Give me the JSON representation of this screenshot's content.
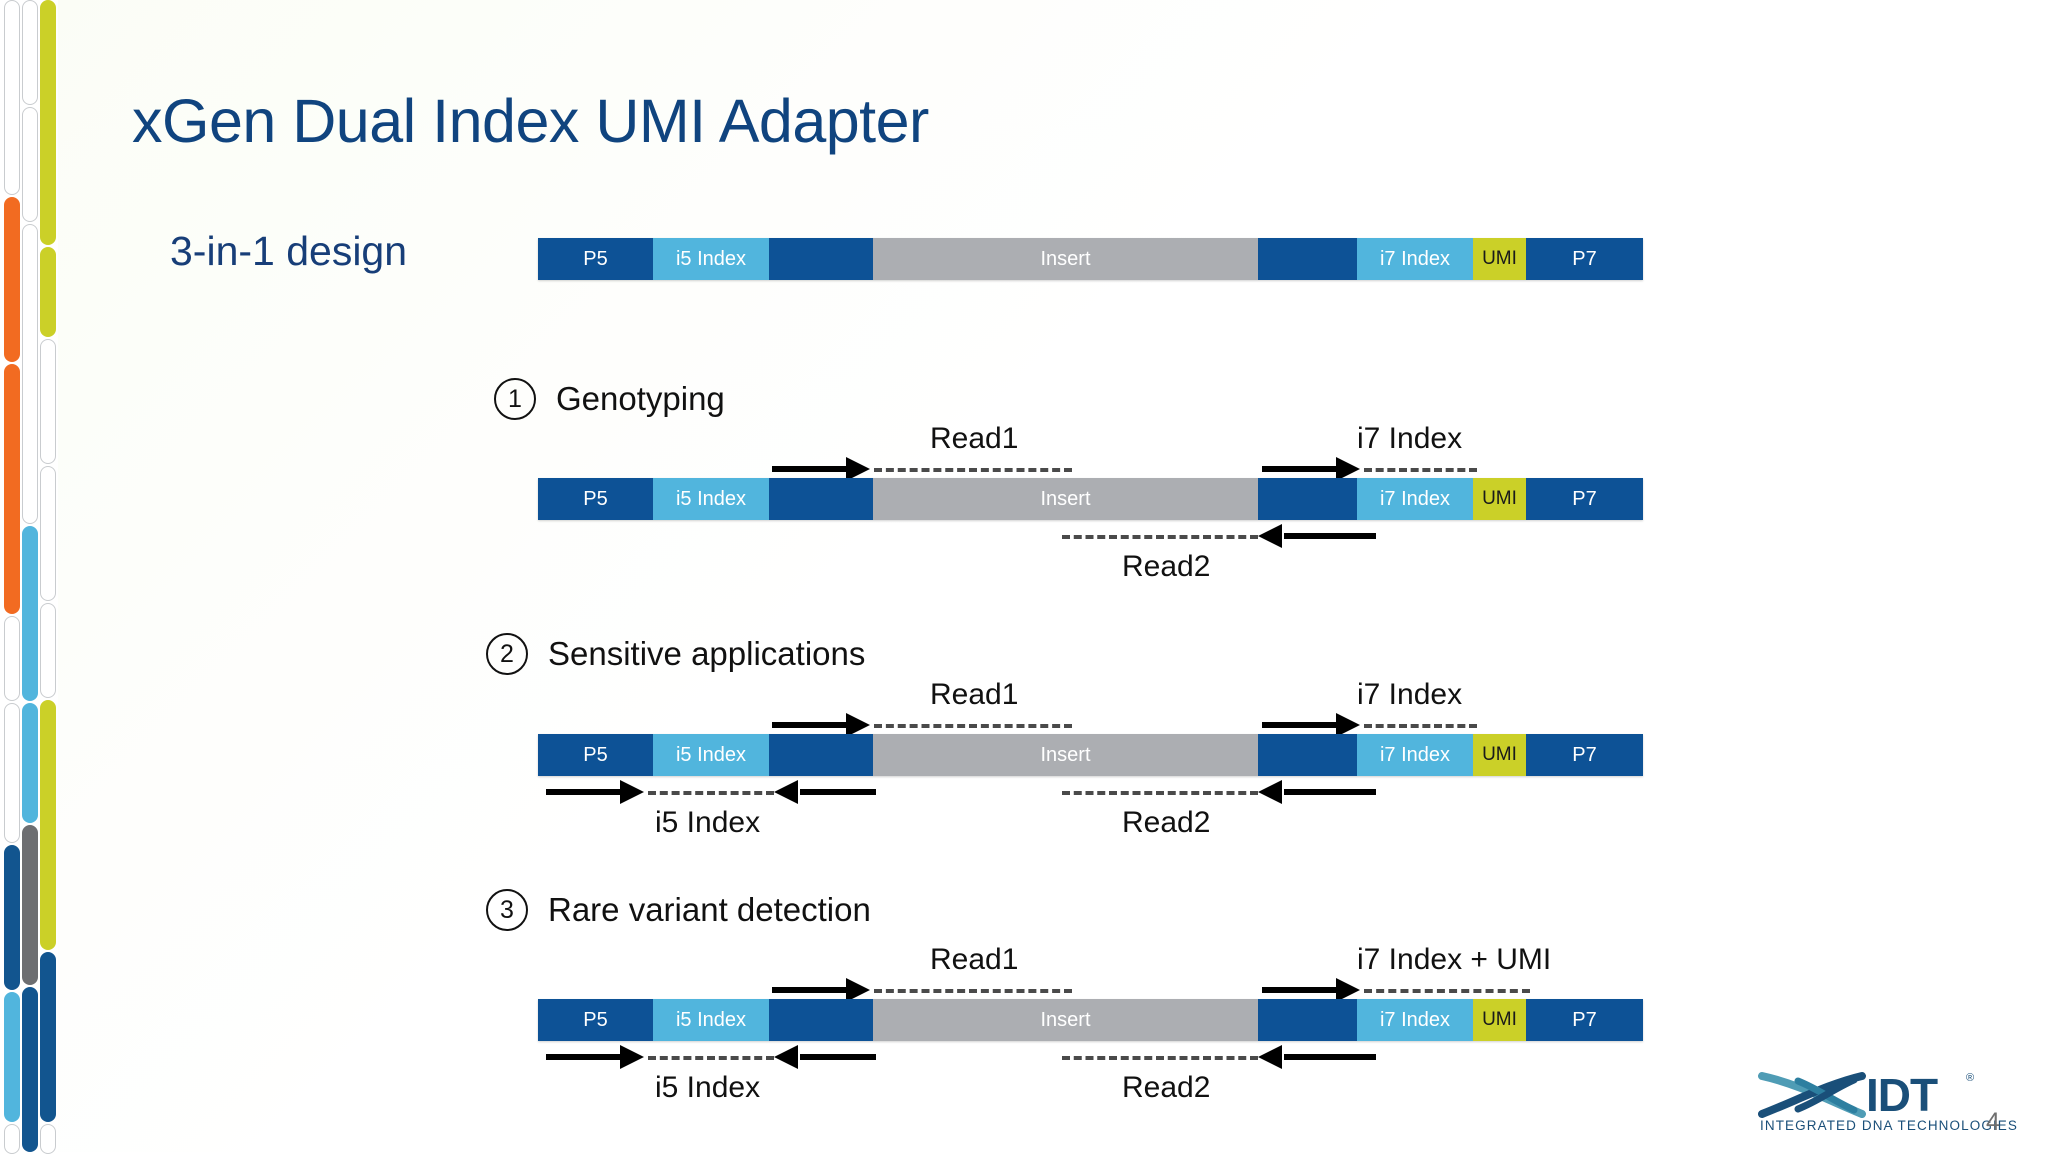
{
  "slide": {
    "title": "xGen Dual Index UMI Adapter",
    "subtitle": "3-in-1 design",
    "page_number": "4",
    "colors": {
      "title_blue": "#10447f",
      "p5_p7_blue": "#0d5296",
      "index_light_blue": "#51b5dd",
      "insert_gray": "#acaeb2",
      "umi_yellow": "#cbd028",
      "arrow_black": "#000000"
    }
  },
  "adapter": {
    "segments": [
      {
        "key": "p5",
        "label": "P5"
      },
      {
        "key": "i5",
        "label": "i5 Index"
      },
      {
        "key": "sp1",
        "label": ""
      },
      {
        "key": "ins",
        "label": "Insert"
      },
      {
        "key": "sp2",
        "label": ""
      },
      {
        "key": "i7",
        "label": "i7 Index"
      },
      {
        "key": "umi",
        "label": "UMI"
      },
      {
        "key": "p7",
        "label": "P7"
      }
    ]
  },
  "steps": [
    {
      "number": "1",
      "label": "Genotyping",
      "reads": {
        "read1": "Read1",
        "i7": "i7 Index",
        "read2": "Read2"
      }
    },
    {
      "number": "2",
      "label": "Sensitive applications",
      "reads": {
        "read1": "Read1",
        "i7": "i7 Index",
        "read2": "Read2",
        "i5": "i5 Index"
      }
    },
    {
      "number": "3",
      "label": "Rare variant detection",
      "reads": {
        "read1": "Read1",
        "i7": "i7 Index + UMI",
        "read2": "Read2",
        "i5": "i5 Index"
      }
    }
  ],
  "logo": {
    "word": "IDT",
    "registered": "®",
    "tagline": "INTEGRATED DNA TECHNOLOGIES"
  }
}
